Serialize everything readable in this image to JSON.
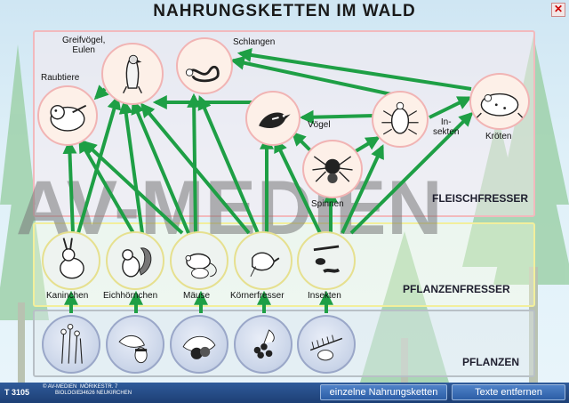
{
  "title": "NAHRUNGSKETTEN IM WALD",
  "close_icon": "close-icon",
  "watermark": "AV-MEDIEN",
  "sections": {
    "carnivores": "FLEISCHFRESSER",
    "herbivores": "PFLANZENFRESSER",
    "plants": "PFLANZEN"
  },
  "carnivores": {
    "raptors": "Greifvögel,",
    "raptors_line2": "Eulen",
    "predators": "Raubtiere",
    "snakes": "Schlangen",
    "birds": "Vögel",
    "insects_line1": "In-",
    "insects_line2": "sekten",
    "toads": "Kröten",
    "spiders": "Spinnen"
  },
  "herbivores": {
    "rabbits": "Kaninchen",
    "squirrels": "Eichhörnchen",
    "mice": "Mäuse",
    "seed_eaters": "Körnerfresser",
    "insects": "Insekten"
  },
  "footer": {
    "code": "T 3105",
    "copyright_line1": "© AV-MEDIEN",
    "copyright_line2": "BIOLOGIE",
    "address_line1": "MÖRIKESTR. 7",
    "address_line2": "34626 NEUKIRCHEN",
    "btn_chains": "einzelne Nahrungsketten",
    "btn_texts": "Texte entfernen"
  },
  "colors": {
    "arrow": "#1e9f45",
    "carnivore_border": "#f2b9bd",
    "herbivore_border": "#f2ef9c",
    "plant_border": "#b8c0c6",
    "button": "#2c5ea6"
  }
}
